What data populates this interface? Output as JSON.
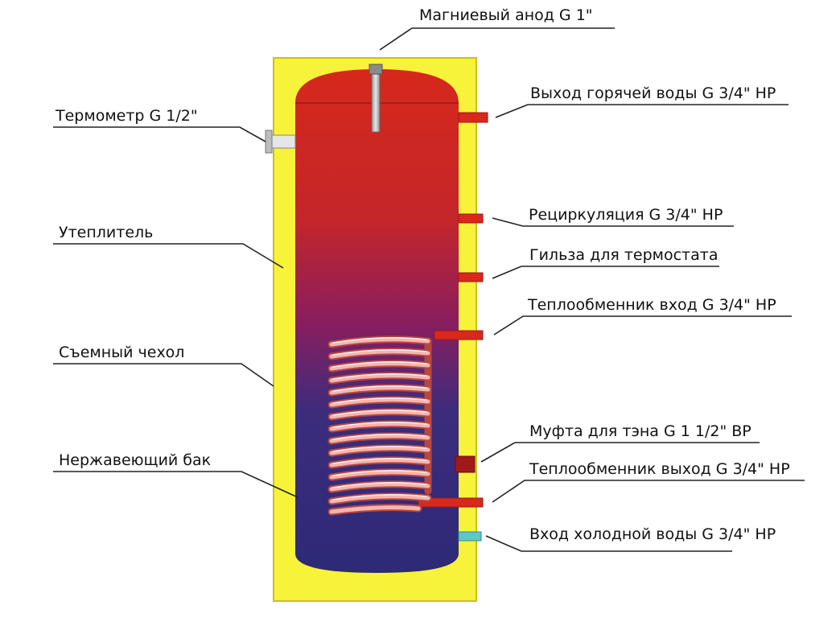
{
  "labels": {
    "magnesium_anode": "Магниевый анод G 1\"",
    "hot_water_outlet": "Выход горячей воды G 3/4\" НР",
    "thermometer": "Термометр G 1/2\"",
    "recirculation": "Рециркуляция G 3/4\" НР",
    "insulation": "Утеплитель",
    "thermostat_sleeve": "Гильза для термостата",
    "exchanger_inlet": "Теплообменник вход G 3/4\" НР",
    "removable_cover": "Съемный чехол",
    "heater_coupling": "Муфта для тэна G 1 1/2\" ВР",
    "stainless_tank": "Нержавеющий бак",
    "exchanger_outlet": "Теплообменник выход G 3/4\" НР",
    "cold_water_inlet": "Вход холодной воды G 3/4\" НР"
  },
  "colors": {
    "casing": "#f7f23a",
    "casing_border": "#c9c21a",
    "tank_top": "#d6281c",
    "tank_middle": "#8a1d5e",
    "tank_bottom": "#2d2a78",
    "coil": "#f2a4a0",
    "pipe": "#d9281c",
    "cold_pipe": "#5ec7c7",
    "heater_coupling": "#a01818",
    "leader_line": "#222222"
  }
}
